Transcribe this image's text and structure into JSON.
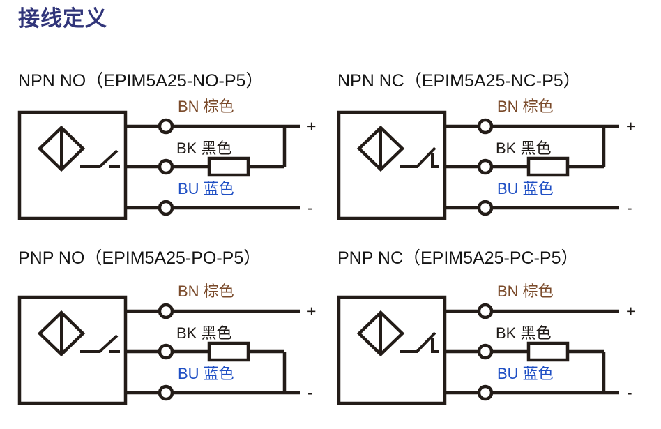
{
  "page": {
    "title": "接线定义",
    "title_color": "#31357a",
    "background": "#ffffff"
  },
  "palette": {
    "line": "#231c18",
    "brown": "#7a4a2a",
    "black": "#1f1a17",
    "blue": "#1f4fc4"
  },
  "wire_labels": {
    "bn": "BN 棕色",
    "bk": "BK 黑色",
    "bu": "BU 蓝色"
  },
  "polarity": {
    "positive": "+",
    "negative": "-"
  },
  "diagrams": [
    {
      "id": "npn-no",
      "heading": "NPN NO（EPIM5A25-NO-P5）",
      "output_type": "NPN",
      "contact_type": "NO",
      "model": "EPIM5A25-NO-P5",
      "switch_symbol": "normally-open",
      "load_connects_to": "positive",
      "sensor_symbol": "proximity-diamond",
      "wires": [
        {
          "code": "BN",
          "color_name": "棕色",
          "label": "BN 棕色",
          "terminal": "+",
          "color": "#7a4a2a"
        },
        {
          "code": "BK",
          "color_name": "黑色",
          "label": "BK 黑色",
          "terminal": "load",
          "color": "#1f1a17"
        },
        {
          "code": "BU",
          "color_name": "蓝色",
          "label": "BU 蓝色",
          "terminal": "-",
          "color": "#1f4fc4"
        }
      ]
    },
    {
      "id": "npn-nc",
      "heading": "NPN NC（EPIM5A25-NC-P5）",
      "output_type": "NPN",
      "contact_type": "NC",
      "model": "EPIM5A25-NC-P5",
      "switch_symbol": "normally-closed",
      "load_connects_to": "positive",
      "sensor_symbol": "proximity-diamond",
      "wires": [
        {
          "code": "BN",
          "color_name": "棕色",
          "label": "BN 棕色",
          "terminal": "+",
          "color": "#7a4a2a"
        },
        {
          "code": "BK",
          "color_name": "黑色",
          "label": "BK 黑色",
          "terminal": "load",
          "color": "#1f1a17"
        },
        {
          "code": "BU",
          "color_name": "蓝色",
          "label": "BU 蓝色",
          "terminal": "-",
          "color": "#1f4fc4"
        }
      ]
    },
    {
      "id": "pnp-no",
      "heading": "PNP NO（EPIM5A25-PO-P5）",
      "output_type": "PNP",
      "contact_type": "NO",
      "model": "EPIM5A25-PO-P5",
      "switch_symbol": "normally-open",
      "load_connects_to": "negative",
      "sensor_symbol": "proximity-diamond",
      "wires": [
        {
          "code": "BN",
          "color_name": "棕色",
          "label": "BN 棕色",
          "terminal": "+",
          "color": "#7a4a2a"
        },
        {
          "code": "BK",
          "color_name": "黑色",
          "label": "BK 黑色",
          "terminal": "load",
          "color": "#1f1a17"
        },
        {
          "code": "BU",
          "color_name": "蓝色",
          "label": "BU 蓝色",
          "terminal": "-",
          "color": "#1f4fc4"
        }
      ]
    },
    {
      "id": "pnp-nc",
      "heading": "PNP NC（EPIM5A25-PC-P5）",
      "output_type": "PNP",
      "contact_type": "NC",
      "model": "EPIM5A25-PC-P5",
      "switch_symbol": "normally-closed",
      "load_connects_to": "negative",
      "sensor_symbol": "proximity-diamond",
      "wires": [
        {
          "code": "BN",
          "color_name": "棕色",
          "label": "BN 棕色",
          "terminal": "+",
          "color": "#7a4a2a"
        },
        {
          "code": "BK",
          "color_name": "黑色",
          "label": "BK 黑色",
          "terminal": "load",
          "color": "#1f1a17"
        },
        {
          "code": "BU",
          "color_name": "蓝色",
          "label": "BU 蓝色",
          "terminal": "-",
          "color": "#1f4fc4"
        }
      ]
    }
  ]
}
